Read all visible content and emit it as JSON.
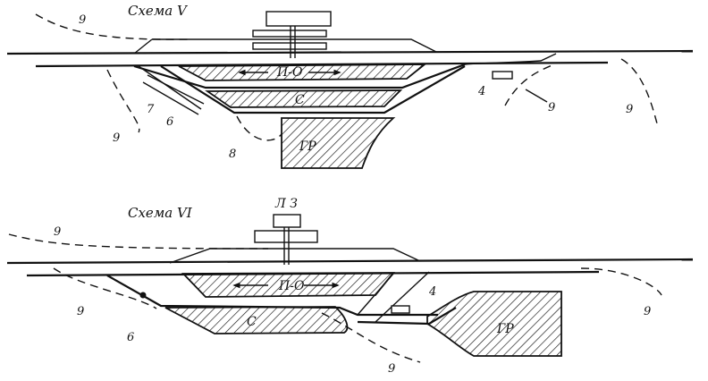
{
  "scheme5": {
    "title": "Схема V",
    "zones": {
      "passenger_platform": "П-О",
      "cargo_zone": "С",
      "freight_yard": "ГР"
    },
    "numbers": {
      "n9_top": "9",
      "n9_right_a": "9",
      "n9_right_b": "9",
      "n9_left": "9",
      "n7": "7",
      "n6": "6",
      "n8": "8",
      "n4": "4"
    }
  },
  "scheme6": {
    "title": "Схема VI",
    "zones": {
      "station_building": "Л З",
      "passenger_platform": "П-О",
      "cargo_zone": "С",
      "freight_yard": "ГР"
    },
    "numbers": {
      "n9_top": "9",
      "n9_left": "9",
      "n9_right": "9",
      "n9_bottom": "9",
      "n6": "6",
      "n4": "4"
    }
  }
}
